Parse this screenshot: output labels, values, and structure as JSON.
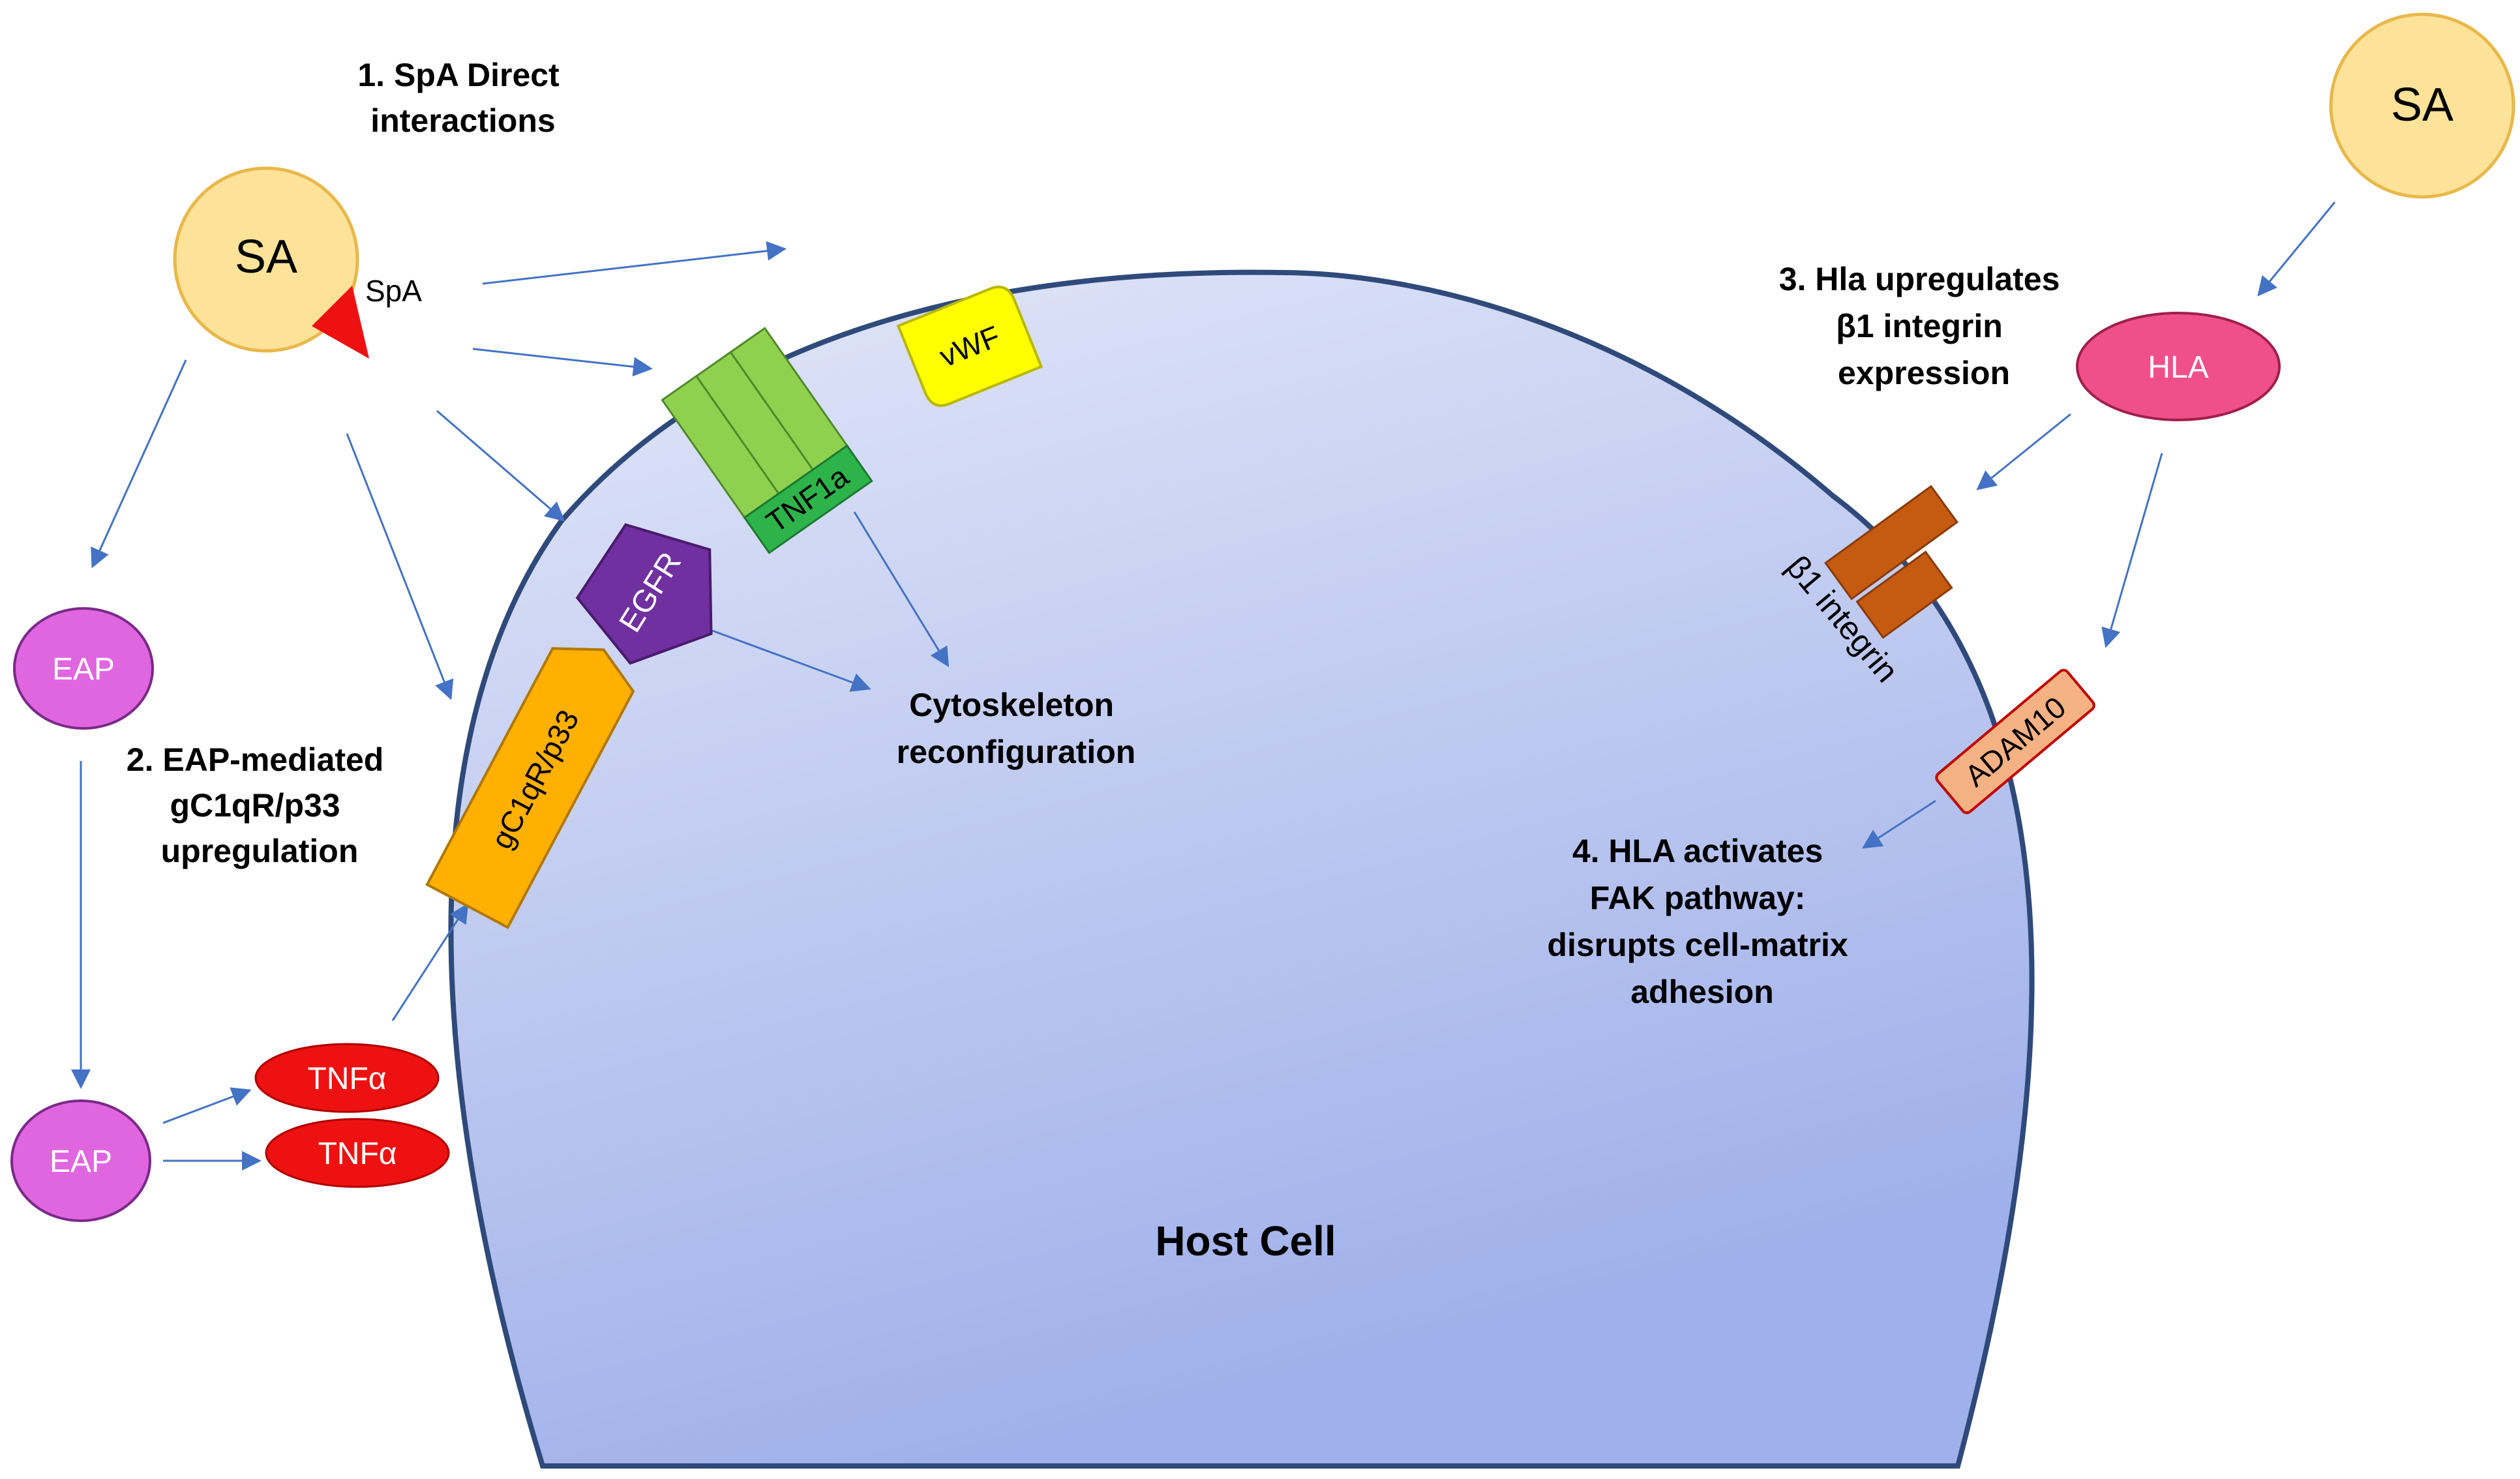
{
  "annotations": {
    "spa_direct": [
      "1. SpA Direct",
      "interactions"
    ],
    "eap_mediated": [
      "2. EAP-mediated",
      "gC1qR/p33",
      "upregulation"
    ],
    "hla_upregulates": [
      "3. Hla upregulates",
      "β1 integrin",
      "expression"
    ],
    "hla_activates": [
      "4. HLA activates",
      "FAK pathway:",
      "disrupts cell-matrix",
      "adhesion"
    ],
    "cytoskeleton": [
      "Cytoskeleton",
      "reconfiguration"
    ]
  },
  "nodes": {
    "sa_left": "SA",
    "spa": "SpA",
    "sa_right": "SA",
    "eap_top": "EAP",
    "eap_bottom": "EAP",
    "tnfa_1": "TNFα",
    "tnfa_2": "TNFα",
    "hla": "HLA",
    "host_cell": "Host Cell"
  },
  "receptors": {
    "vwf": "vWF",
    "tnf1a": "TNF1a",
    "egfr": "EGFR",
    "gc1qr": "gC1qR/p33",
    "adam10": "ADAM10",
    "b1_integrin": "β1 integrin"
  },
  "colors": {
    "cell_fill_top": "#dfe3f6",
    "cell_fill_bottom": "#a0b1ea",
    "cell_stroke": "#2f4a7a",
    "sa_fill": "#fde29a",
    "sa_stroke": "#e8b84a",
    "spa_red": "#ee1111",
    "eap_fill": "#e066e0",
    "eap_stroke": "#7a2a8a",
    "tnf_red": "#ee1111",
    "hla_pink": "#f0508a",
    "vwf_yellow": "#ffff00",
    "tnf1a_green": "#8fd14f",
    "tnf1a_dark": "#2db34a",
    "egfr_purple": "#7030a0",
    "gc1qr_orange": "#ffb000",
    "integrin_brown": "#c55a11",
    "adam10_salmon": "#f4b183",
    "adam10_stroke": "#c00000",
    "arrow_blue": "#4472c4"
  }
}
